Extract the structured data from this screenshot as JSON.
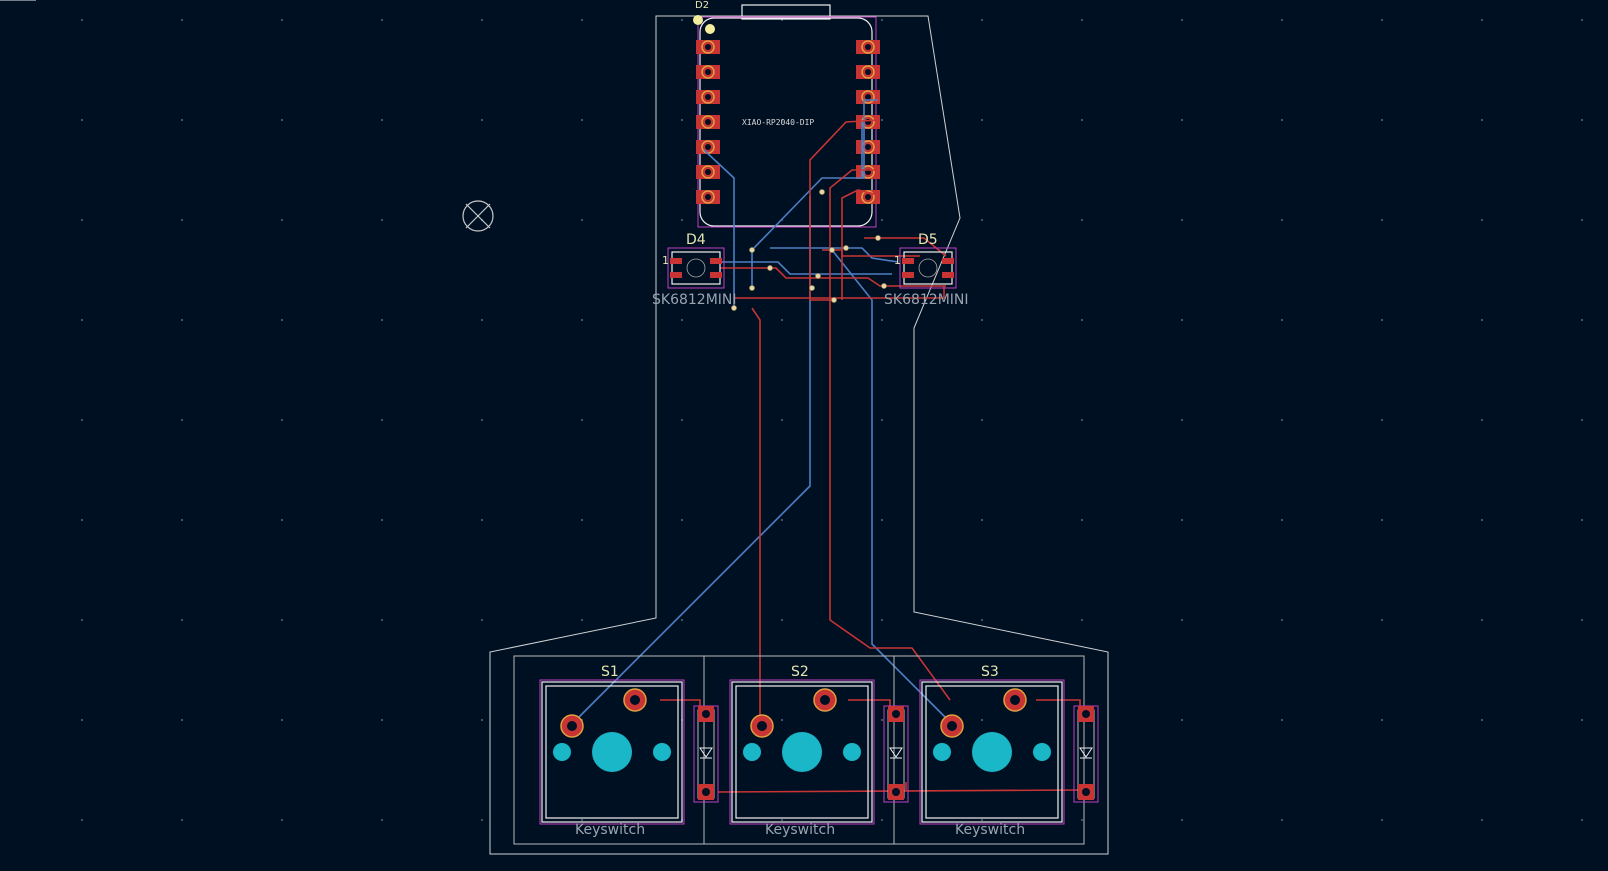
{
  "window": {
    "background": "#001023"
  },
  "colors": {
    "front_copper": "#c83434",
    "back_copper": "#4d7fc4",
    "board_edge": "#d0d0d0",
    "courtyard": "#c040c0",
    "npth_hole": "#1ab7c9",
    "silkscreen": "#f0f0f0"
  },
  "board": {
    "mcu": {
      "reference": "D2",
      "value": "XIAO-RP2040-DIP"
    },
    "leds": [
      {
        "reference": "D4",
        "value": "SK6812MINI",
        "pin1": "1"
      },
      {
        "reference": "D5",
        "value": "SK6812MINI",
        "pin1": "1"
      }
    ],
    "switches": [
      {
        "reference": "S1",
        "value": "Keyswitch"
      },
      {
        "reference": "S2",
        "value": "Keyswitch"
      },
      {
        "reference": "S3",
        "value": "Keyswitch"
      }
    ]
  },
  "icons": {
    "origin_marker": "crosshair-circle-icon"
  }
}
